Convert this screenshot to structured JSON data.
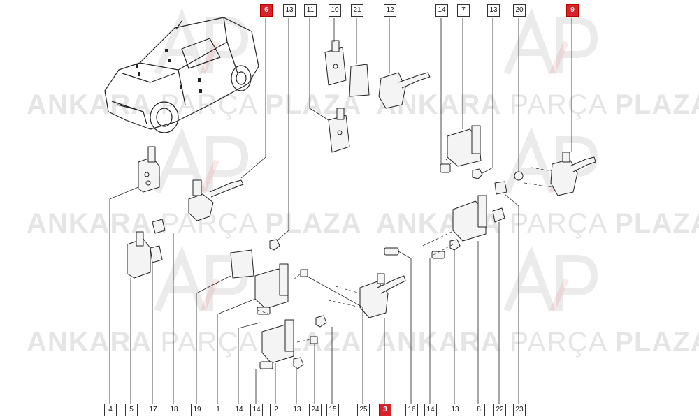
{
  "watermark": {
    "logo_letters": "AP",
    "word1": "ANKARA",
    "word2": "PARÇA",
    "word3": "PLAZA"
  },
  "callouts": {
    "top": [
      "6",
      "13",
      "11",
      "10",
      "21",
      "12",
      "14",
      "7",
      "13",
      "20",
      "9"
    ],
    "bottom": [
      "4",
      "5",
      "17",
      "18",
      "19",
      "1",
      "14",
      "14",
      "2",
      "13",
      "24",
      "15",
      "25",
      "3",
      "16",
      "14",
      "13",
      "8",
      "22",
      "23"
    ]
  },
  "colors": {
    "highlight": "#d8232a",
    "line": "#222222"
  }
}
